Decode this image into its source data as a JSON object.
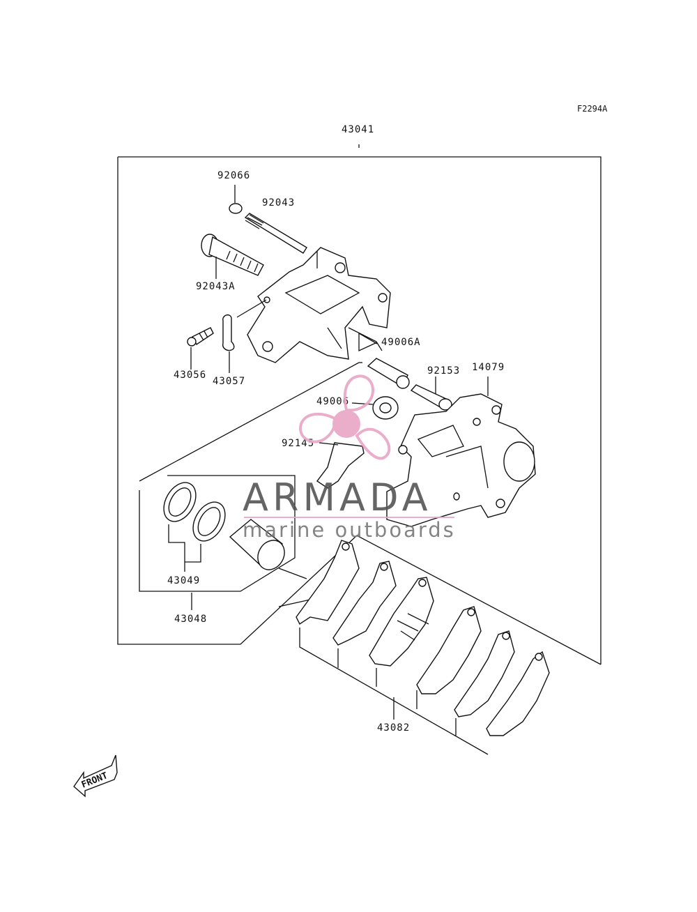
{
  "figure_code": "F2294A",
  "assembly_number": "43041",
  "parts": [
    {
      "id": "p92066",
      "number": "92066"
    },
    {
      "id": "p92043",
      "number": "92043"
    },
    {
      "id": "p92043A",
      "number": "92043A"
    },
    {
      "id": "p49006A",
      "number": "49006A"
    },
    {
      "id": "p43056",
      "number": "43056"
    },
    {
      "id": "p43057",
      "number": "43057"
    },
    {
      "id": "p92153",
      "number": "92153"
    },
    {
      "id": "p14079",
      "number": "14079"
    },
    {
      "id": "p49006",
      "number": "49006"
    },
    {
      "id": "p92145",
      "number": "92145"
    },
    {
      "id": "p43049",
      "number": "43049"
    },
    {
      "id": "p43048",
      "number": "43048"
    },
    {
      "id": "p43082",
      "number": "43082"
    }
  ],
  "watermark": {
    "title": "ARMADA",
    "subtitle": "marine outboards",
    "brand_color": "#e8a6c6",
    "line_color": "#e8a6c6"
  },
  "direction_indicator": {
    "label": "FRONT",
    "icon": "front-arrow-icon"
  }
}
